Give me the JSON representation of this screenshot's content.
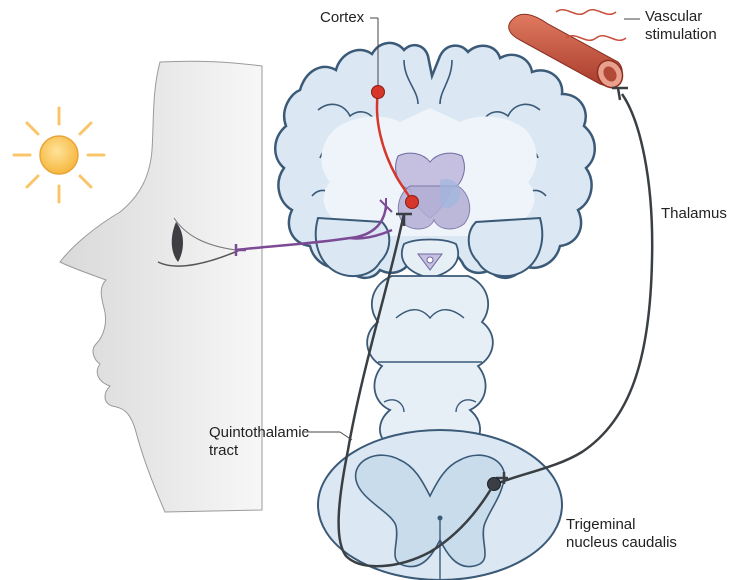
{
  "labels": {
    "cortex": "Cortex",
    "vascular": [
      "Vascular",
      "stimulation"
    ],
    "thalamus": "Thalamus",
    "quintothalamic": [
      "Quintothalamic",
      "tract"
    ],
    "trigeminal": [
      "Trigeminal",
      "nucleus caudalis"
    ]
  },
  "colors": {
    "brain_outline": "#3b5a78",
    "brain_fill": "#dbe8f3",
    "brain_inner": "#eef4f9",
    "thalamus_fill": "#b3aed4",
    "pathway_purple": "#7d4a95",
    "pathway_red": "#d6372a",
    "pathway_dark": "#3a3f44",
    "sun": "#f9c65a",
    "vessel": "#c8513d"
  }
}
